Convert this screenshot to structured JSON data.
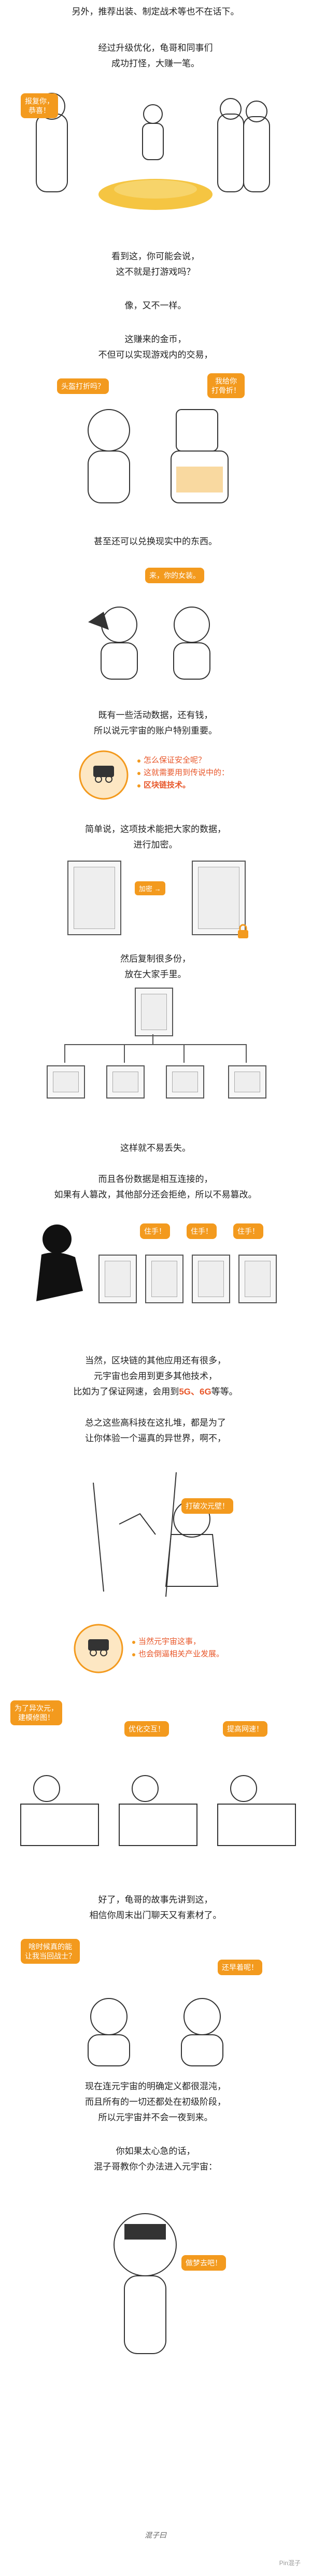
{
  "texts": {
    "intro": "另外，推荐出装、制定战术等也不在话下。",
    "upgrade_1": "经过升级优化，龟哥和同事们",
    "upgrade_2": "成功打怪，大赚一笔。",
    "see_1": "看到这，你可能会说，",
    "see_2": "这不就是打游戏吗？",
    "like": "像，又不一样。",
    "coins_1": "这赚来的金币，",
    "coins_2": "不但可以实现游戏内的交易，",
    "exchange": "甚至还可以兑换现实中的东西。",
    "data_1": "既有一些活动数据，还有钱，",
    "data_2": "所以说元宇宙的账户特别重要。",
    "simple_1": "简单说，这项技术能把大家的数据，",
    "simple_2": "进行加密。",
    "copy_1": "然后复制很多份，",
    "copy_2": "放在大家手里。",
    "safe": "这样就不易丢失。",
    "linked_1": "而且各份数据是相互连接的，",
    "linked_2": "如果有人篡改，其他部分还会拒绝，所以不易篡改。",
    "other_1": "当然，区块链的其他应用还有很多，",
    "other_2": "元宇宙也会用到更多其他技术，",
    "other_3_pre": "比如为了保证网速，会用到",
    "other_3_hl": "5G、6G",
    "other_3_post": "等等。",
    "sum_1": "总之这些高科技在这扎堆，都是为了",
    "sum_2": "让你体验一个逼真的异世界，啊不，",
    "story_1": "好了，龟哥的故事先讲到这，",
    "story_2": "相信你周末出门聊天又有素材了。",
    "now_1": "现在连元宇宙的明确定义都很混沌，",
    "now_2": "而且所有的一切还都处在初级阶段，",
    "now_3": "所以元宇宙并不会一夜到来。",
    "anxious_1": "你如果太心急的话，",
    "anxious_2": "混子哥教你个办法进入元宇宙："
  },
  "bubbles": {
    "revenge": "报复你，\n恭喜！",
    "helmet": "头盔打折吗？",
    "discount": "我给你\n打骨折！",
    "deal": "来，你的女装。",
    "stop1": "住手！",
    "stop2": "住手！",
    "stop3": "住手！",
    "break_wall": "打破次元壁！",
    "rebuild": "为了异次元，\n建模修图！",
    "optimize": "优化交互！",
    "speed": "提高网速！",
    "when": "啥时候真的能\n让我当回战士？",
    "early": "还早着呢！",
    "dream": "做梦去吧！",
    "encrypt": "加密"
  },
  "qa": {
    "q1": "怎么保证安全呢？",
    "q2": "这就需要用到传说中的：",
    "q3": "区块链技术。",
    "dev1": "当然元宇宙这事，",
    "dev2": "也会倒逼相关产业发展。"
  },
  "signature": "混子曰",
  "watermark": "Pin混子",
  "colors": {
    "accent": "#f39a1e",
    "highlight": "#e8572a"
  }
}
